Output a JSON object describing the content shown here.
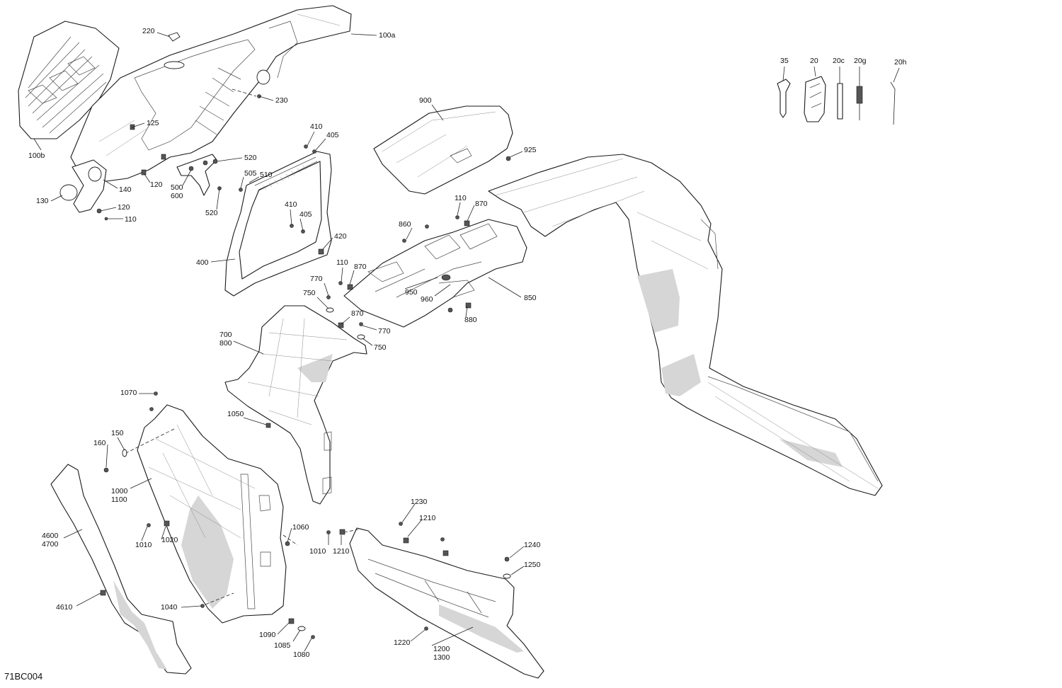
{
  "drawing_reference": "71BC004",
  "callouts": {
    "c220": "220",
    "c100a": "100a",
    "c230": "230",
    "c100b": "100b",
    "c125": "125",
    "c130": "130",
    "c140": "140",
    "c120a": "120",
    "c120b": "120",
    "c110a": "110",
    "c500": "500",
    "c600": "600",
    "c520a": "520",
    "c520b": "520",
    "c505": "505",
    "c510": "510",
    "c410a": "410",
    "c405a": "405",
    "c410b": "410",
    "c405b": "405",
    "c420": "420",
    "c400": "400",
    "c900": "900",
    "c925": "925",
    "c110b": "110",
    "c870a": "870",
    "c860": "860",
    "c110c": "110",
    "c870b": "870",
    "c770a": "770",
    "c750a": "750",
    "c950": "950",
    "c960": "960",
    "c850": "850",
    "c870c": "870",
    "c880": "880",
    "c770b": "770",
    "c750b": "750",
    "c700": "700",
    "c800": "800",
    "c1050": "1050",
    "c1070": "1070",
    "c150": "150",
    "c160": "160",
    "c1000": "1000",
    "c1100": "1100",
    "c4600": "4600",
    "c4700": "4700",
    "c1010a": "1010",
    "c1020": "1020",
    "c1060": "1060",
    "c4610": "4610",
    "c1040": "1040",
    "c1090": "1090",
    "c1085": "1085",
    "c1080": "1080",
    "c1230": "1230",
    "c1210a": "1210",
    "c1010b": "1010",
    "c1210b": "1210",
    "c1240": "1240",
    "c1250": "1250",
    "c1220": "1220",
    "c1200": "1200",
    "c1300": "1300",
    "c35": "35",
    "c20": "20",
    "c20c": "20c",
    "c20g": "20g",
    "c20h": "20h"
  }
}
